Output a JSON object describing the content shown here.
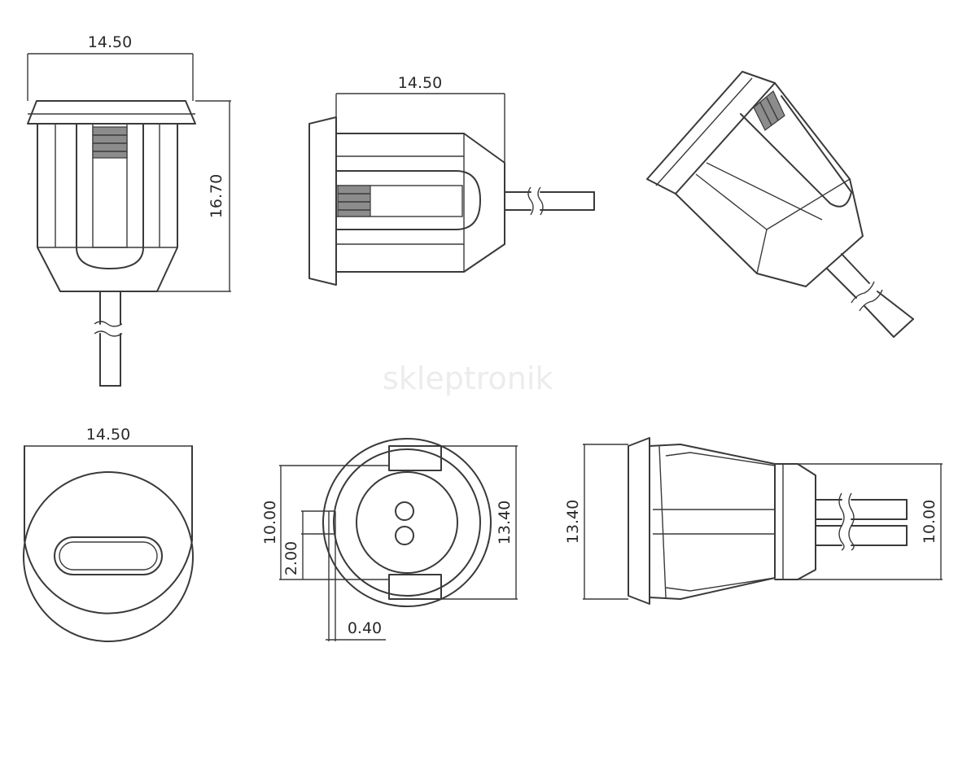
{
  "dimensions": {
    "front_width": "14.50",
    "front_height": "16.70",
    "side_width": "14.50",
    "bottom_width": "14.50",
    "pin_span": "10.00",
    "pin_height": "2.00",
    "pin_thickness": "0.40",
    "body_diameter": "13.40",
    "side2_height": "13.40",
    "cable_span": "10.00"
  },
  "watermark": "skleptronik"
}
